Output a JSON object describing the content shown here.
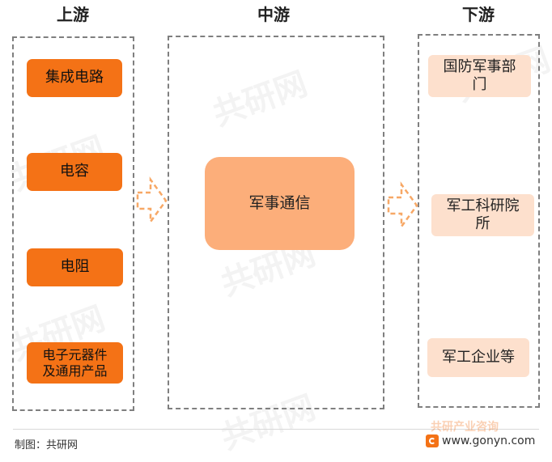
{
  "columns": {
    "upstream": {
      "title": "上游",
      "items": [
        "集成电路",
        "电容",
        "电阻",
        "电子元器件\n及通用产品"
      ]
    },
    "midstream": {
      "title": "中游",
      "items": [
        "军事通信"
      ]
    },
    "downstream": {
      "title": "下游",
      "items": [
        "国防军事部\n门",
        "军工科研院\n所",
        "军工企业等"
      ]
    }
  },
  "footer": {
    "source": "制图：共研网",
    "website": "www.gonyn.com",
    "brand": "共研产业咨询"
  },
  "watermark": "共研网",
  "colors": {
    "upstream_box": "#f47216",
    "midstream_box": "#fcae7a",
    "downstream_box": "#fde0cd",
    "arrow": "#f7a866",
    "frame": "#7f7f7f"
  }
}
